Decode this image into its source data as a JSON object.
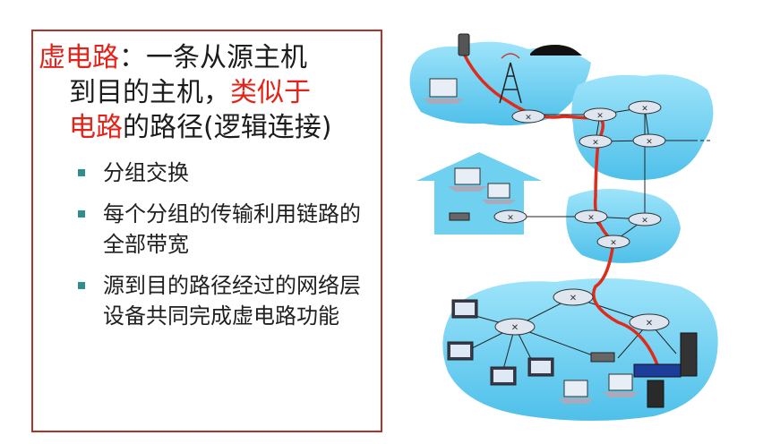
{
  "slide": {
    "heading": {
      "term": "虚电路",
      "colon_part": "：一条从源主机",
      "line2_a": "到目的主机，",
      "line2_red": "类似于",
      "line3_red": "电路",
      "line3_rest": "的路径(逻辑连接)"
    },
    "bullets": [
      {
        "text": "分组交换"
      },
      {
        "text": "每个分组的传输利用链路的全部带宽"
      },
      {
        "text": "源到目的路径经过的网络层设备共同完成虚电路功能"
      }
    ]
  },
  "colors": {
    "title_red": "#e3231a",
    "border_red": "#b4322c",
    "bullet_teal": "#2f8f8f",
    "network_blue": "#6fd0f0",
    "path_red": "#e02a1a"
  }
}
